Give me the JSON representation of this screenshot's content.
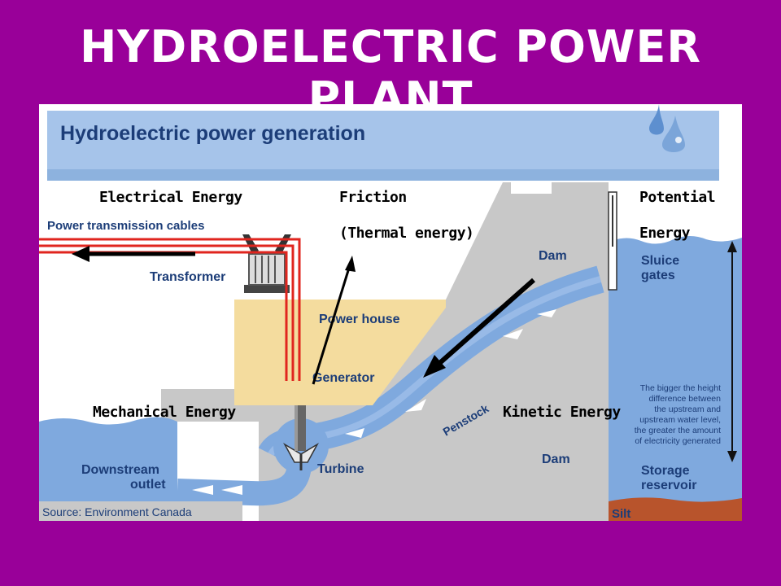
{
  "slide": {
    "title": "HYDROELECTRIC POWER PLANT"
  },
  "diagram": {
    "header": "Hydroelectric power generation",
    "labels": {
      "power_cables": "Power transmission cables",
      "transformer": "Transformer",
      "power_house": "Power house",
      "generator": "Generator",
      "dam_top": "Dam",
      "dam_bottom": "Dam",
      "sluice_1": "Sluice",
      "sluice_2": "gates",
      "penstock": "Penstock",
      "turbine": "Turbine",
      "downstream_1": "Downstream",
      "downstream_2": "outlet",
      "storage_1": "Storage",
      "storage_2": "reservoir",
      "silt": "Silt",
      "source": "Source: Environment Canada",
      "note_lines": [
        "The bigger the height",
        "difference between",
        "the upstream and",
        "upstream water level,",
        "the greater the amount",
        "of electricity generated"
      ]
    }
  },
  "annotations": {
    "electrical": "Electrical Energy",
    "friction_1": "Friction",
    "friction_2": "(Thermal energy)",
    "potential_1": "Potential",
    "potential_2": "Energy",
    "mechanical": "Mechanical Energy",
    "kinetic": "Kinetic Energy"
  },
  "colors": {
    "background": "#990099",
    "header_band": "#a6c4ea",
    "water": "#7fa9de",
    "dam": "#c8c8c8",
    "power_house": "#f4dc9e",
    "cables": "#e0251e",
    "silt": "#b8542c"
  }
}
